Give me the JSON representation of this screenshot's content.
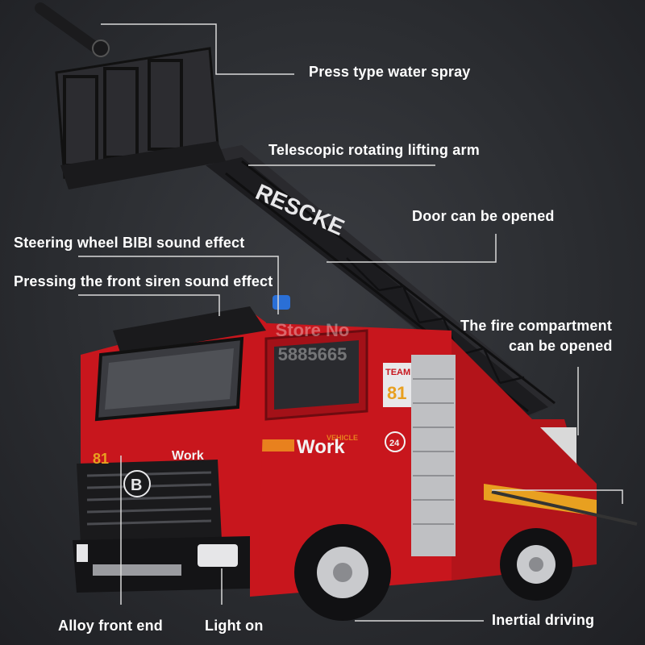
{
  "annotations": {
    "water_spray": "Press type water spray",
    "lifting_arm": "Telescopic rotating lifting arm",
    "door": "Door can be opened",
    "steering": "Steering wheel BIBI sound effect",
    "siren": "Pressing the front siren sound effect",
    "fire_compartment_line1": "The fire compartment",
    "fire_compartment_line2": "can be opened",
    "alloy_front": "Alloy front end",
    "light_on": "Light on",
    "inertial": "Inertial driving"
  },
  "truck_text": {
    "ladder": "RESCKE",
    "side_work": "Work",
    "side_vehicle": "VEHICLE",
    "front_work": "Work",
    "number": "81",
    "front_number": "81",
    "team": "TEAM",
    "badge_letter": "B",
    "phone_number": "24"
  },
  "watermark": {
    "line1": "Store No",
    "line2": "5885665"
  },
  "colors": {
    "truck_red": "#c8161d",
    "truck_dark_red": "#8e0f14",
    "cab_black": "#1a1a1c",
    "label_text": "#ffffff",
    "leader_line": "#d9d9d9"
  }
}
